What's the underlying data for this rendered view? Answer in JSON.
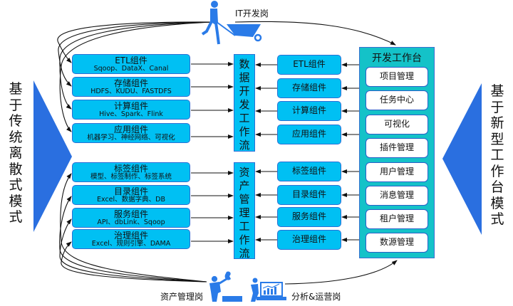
{
  "left_label": [
    "基",
    "于",
    "传",
    "统",
    "离",
    "散",
    "式",
    "模",
    "式"
  ],
  "right_label": [
    "基",
    "于",
    "新",
    "型",
    "工",
    "作",
    "台",
    "模",
    "式"
  ],
  "roles": {
    "it_dev": "IT开发岗",
    "asset_mgmt": "资产管理岗",
    "analytics_ops": "分析&运营岗"
  },
  "data_dev_components": [
    {
      "title": "ETL组件",
      "subtitle": "Sqoop、DataX、Canal"
    },
    {
      "title": "存储组件",
      "subtitle": "HDFS、KUDU、FASTDFS"
    },
    {
      "title": "计算组件",
      "subtitle": "Hive、Spark、Flink"
    },
    {
      "title": "应用组件",
      "subtitle": "机器学习、神经网络、可视化"
    }
  ],
  "asset_components": [
    {
      "title": "标签组件",
      "subtitle": "模型、标签制作、标签系统"
    },
    {
      "title": "目录组件",
      "subtitle": "Excel、数据字典、DB"
    },
    {
      "title": "服务组件",
      "subtitle": "API、dbLink、Sqoop"
    },
    {
      "title": "治理组件",
      "subtitle": "Excel、规则引擎、DAMA"
    }
  ],
  "data_dev_flow": [
    "数",
    "据",
    "开",
    "发",
    "工",
    "作",
    "流"
  ],
  "asset_flow": [
    "资",
    "产",
    "管",
    "理",
    "工",
    "作",
    "流"
  ],
  "mid_components_top": [
    "ETL组件",
    "存储组件",
    "计算组件",
    "应用组件"
  ],
  "mid_components_bottom": [
    "标签组件",
    "目录组件",
    "服务组件",
    "治理组件"
  ],
  "workbench": {
    "title": "开发工作台",
    "items": [
      "项目管理",
      "任务中心",
      "可视化",
      "插件管理",
      "用户管理",
      "消息管理",
      "租户管理",
      "数源管理"
    ]
  },
  "colors": {
    "component_fill": "#00c0f3",
    "component_border": "#2a6fd6",
    "workbench_fill": "#14c2c8",
    "triangle": "#2a6fe0",
    "icon": "#2a7be8"
  }
}
